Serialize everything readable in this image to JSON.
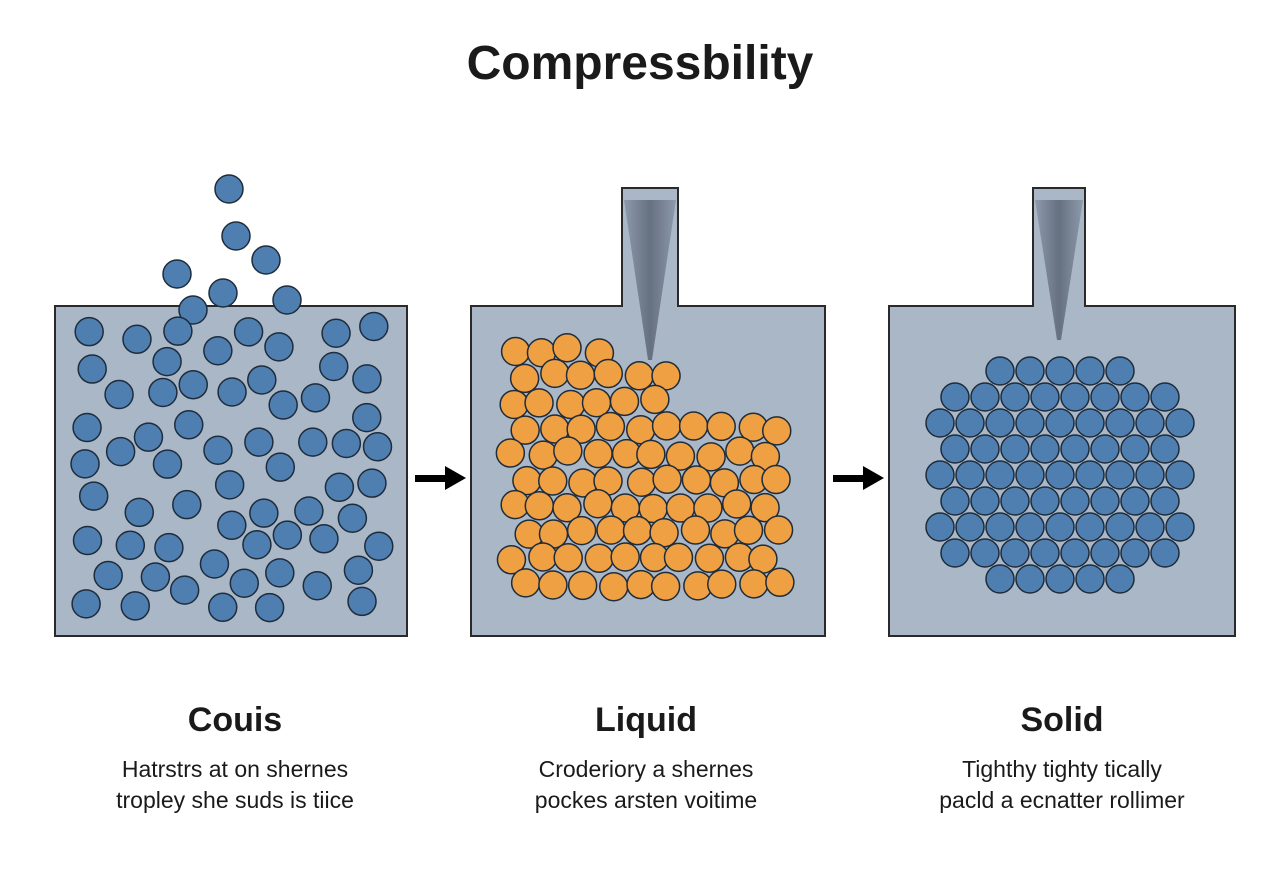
{
  "title": "Compressbility",
  "panels": [
    {
      "heading": "Couis",
      "line1": "Hatrstrs at on shernes",
      "line2": "tropley she suds is tiice",
      "particle_color": "#4f7fb0"
    },
    {
      "heading": "Liquid",
      "line1": "Croderiory a shernes",
      "line2": "pockes arsten voitime",
      "particle_color": "#eea043"
    },
    {
      "heading": "Solid",
      "line1": "Tighthy tighty tically",
      "line2": "pacld a ecnatter rollimer",
      "particle_color": "#4f7fb0"
    }
  ],
  "colors": {
    "container": "#a9b7c7",
    "outline": "#2a2a2a",
    "arrow": "#000000"
  }
}
